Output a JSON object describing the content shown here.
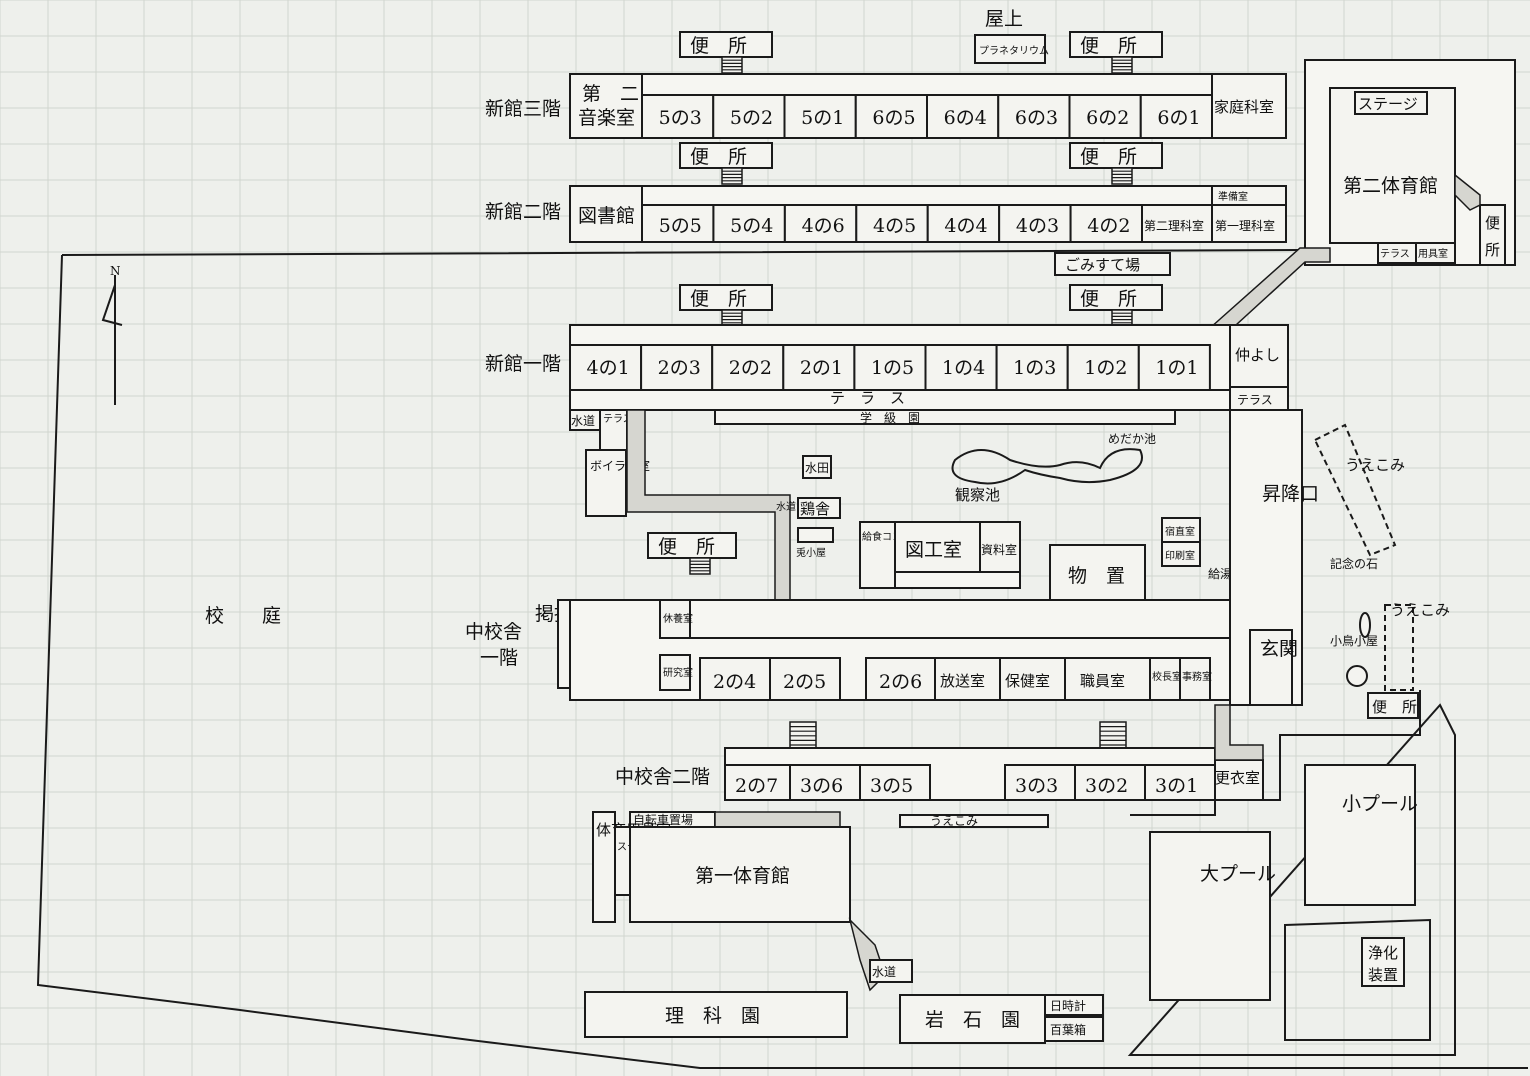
{
  "labels": {
    "rooftop": "屋上",
    "planetarium": "プラネタリウム",
    "toilet": "便　所",
    "floor3": "新館三階",
    "floor2": "新館二階",
    "floor1": "新館一階",
    "music2": "第　二\n音楽室",
    "home_ec": "家庭科室",
    "library": "図書館",
    "prep": "準備室",
    "sci2": "第二理科室",
    "sci1": "第一理科室",
    "garbage": "ごみすて場",
    "gym2": "第二体育館",
    "stage": "ステージ",
    "terrace": "テラス",
    "equipment": "用具室",
    "nakayoshi": "仲よし",
    "water": "水道",
    "boiler": "ボイラー室",
    "flowerbed": "学　級　園",
    "terrace_long": "テ　ラ　ス",
    "medaka": "めだか池",
    "pond": "観察池",
    "paddy": "水田",
    "chicken": "鶏舎",
    "rabbit": "兎小屋",
    "container": "給食コンテナー",
    "art": "図工室",
    "materials": "資料室",
    "storage": "物　置",
    "night": "宿直室",
    "print": "印刷室",
    "hotwater": "給湯所",
    "planting": "うえこみ",
    "lift": "昇降口",
    "entrance": "玄関",
    "stone": "記念の石",
    "birdhouse": "小鳥小屋",
    "flag": "掲揚塔",
    "middle1": "中校舎\n一階",
    "middle2": "中校舎二階",
    "rest": "休養室",
    "research": "研究室",
    "broadcast": "放送室",
    "health": "保健室",
    "staff": "職員室",
    "principal": "校長室",
    "office": "事務室",
    "changing": "更衣室",
    "bike": "自転車置場",
    "gym_equipment": "体育用具室",
    "gym1": "第一体育館",
    "garden_science": "理　科　園",
    "garden_rock": "岩　石　園",
    "sundial": "日時計",
    "weatherbox": "百葉箱",
    "small_pool": "小プール",
    "big_pool": "大プール",
    "purifier": "浄化装置",
    "schoolyard": "校　　庭",
    "north": "N"
  },
  "classrooms": {
    "floor3": [
      "5の3",
      "5の2",
      "5の1",
      "6の5",
      "6の4",
      "6の3",
      "6の2",
      "6の1"
    ],
    "floor2": [
      "5の5",
      "5の4",
      "4の6",
      "4の5",
      "4の4",
      "4の3",
      "4の2"
    ],
    "floor1": [
      "4の1",
      "2の3",
      "2の2",
      "2の1",
      "1の5",
      "1の4",
      "1の3",
      "1の2",
      "1の1"
    ],
    "middle1": [
      "2の4",
      "2の5",
      "2の6"
    ],
    "middle2": [
      "2の7",
      "3の6",
      "3の5",
      "3の3",
      "3の2",
      "3の1"
    ]
  }
}
